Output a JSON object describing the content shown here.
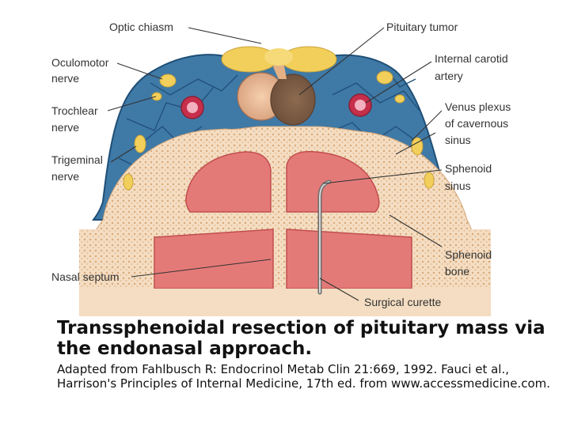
{
  "labels": {
    "optic_chiasm": "Optic chiasm",
    "pituitary_tumor": "Pituitary tumor",
    "oculomotor_1": "Oculomotor",
    "oculomotor_2": "nerve",
    "internal_carotid_1": "Internal carotid",
    "internal_carotid_2": "artery",
    "trochlear_1": "Trochlear",
    "trochlear_2": "nerve",
    "venus_plexus_1": "Venus plexus",
    "venus_plexus_2": "of cavernous",
    "venus_plexus_3": "sinus",
    "trigeminal_1": "Trigeminal",
    "trigeminal_2": "nerve",
    "sphenoid_sinus_1": "Sphenoid",
    "sphenoid_sinus_2": "sinus",
    "sphenoid_bone_1": "Sphenoid",
    "sphenoid_bone_2": "bone",
    "nasal_septum": "Nasal septum",
    "surgical_curette": "Surgical curette"
  },
  "caption": {
    "title": "Transsphenoidal resection of pituitary mass via the endonasal approach.",
    "credit": "Adapted from Fahlbusch R: Endocrinol Metab Clin 21:669, 1992.  Fauci et al., Harrison's Principles of Internal Medicine, 17th ed. from www.accessmedicine.com."
  },
  "colors": {
    "cavernous_sinus": "#3d78a4",
    "sinus_outline": "#1f4f77",
    "bone": "#f3dcc0",
    "sinus_cavity": "#e07070",
    "nerve": "#f2cf5a",
    "tumor": "#a0785a",
    "artery": "#c62f4b"
  }
}
